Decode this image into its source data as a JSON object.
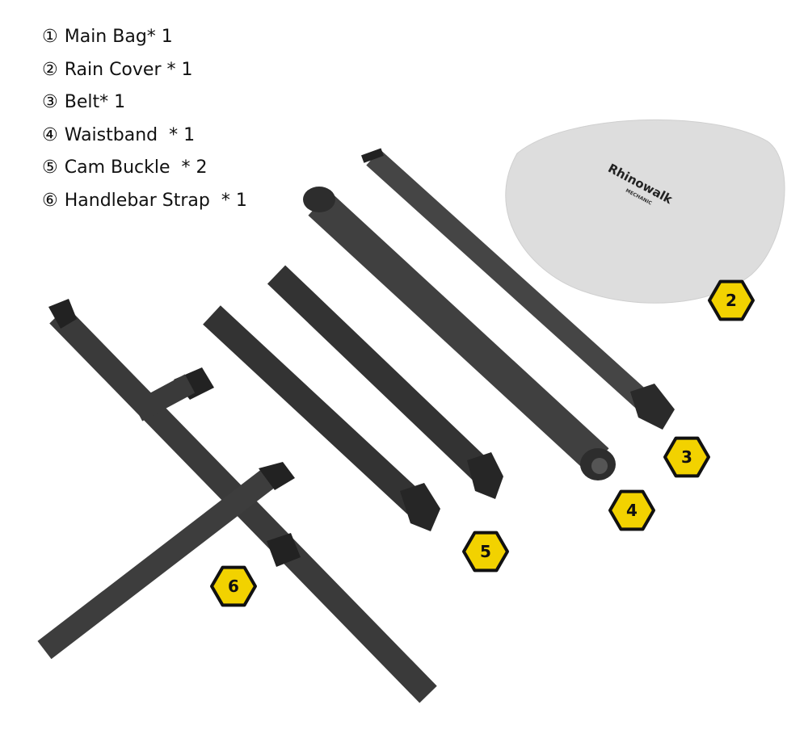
{
  "contents_list": [
    {
      "num": "①",
      "label": "Main Bag* 1"
    },
    {
      "num": "②",
      "label": "Rain Cover * 1"
    },
    {
      "num": "③",
      "label": "Belt* 1"
    },
    {
      "num": "④",
      "label": "Waistband  * 1"
    },
    {
      "num": "⑤",
      "label": "Cam Buckle  * 2"
    },
    {
      "num": "⑥",
      "label": "Handlebar Strap  * 1"
    }
  ],
  "rain_cover_logo": {
    "brand": "Rhinowalk",
    "sub": "MECHANIC"
  },
  "badges": [
    "2",
    "3",
    "4",
    "5",
    "6"
  ],
  "colors": {
    "badge_fill": "#f2d200",
    "strap": "#3b3b3b",
    "cover": "#dcdcdc"
  }
}
